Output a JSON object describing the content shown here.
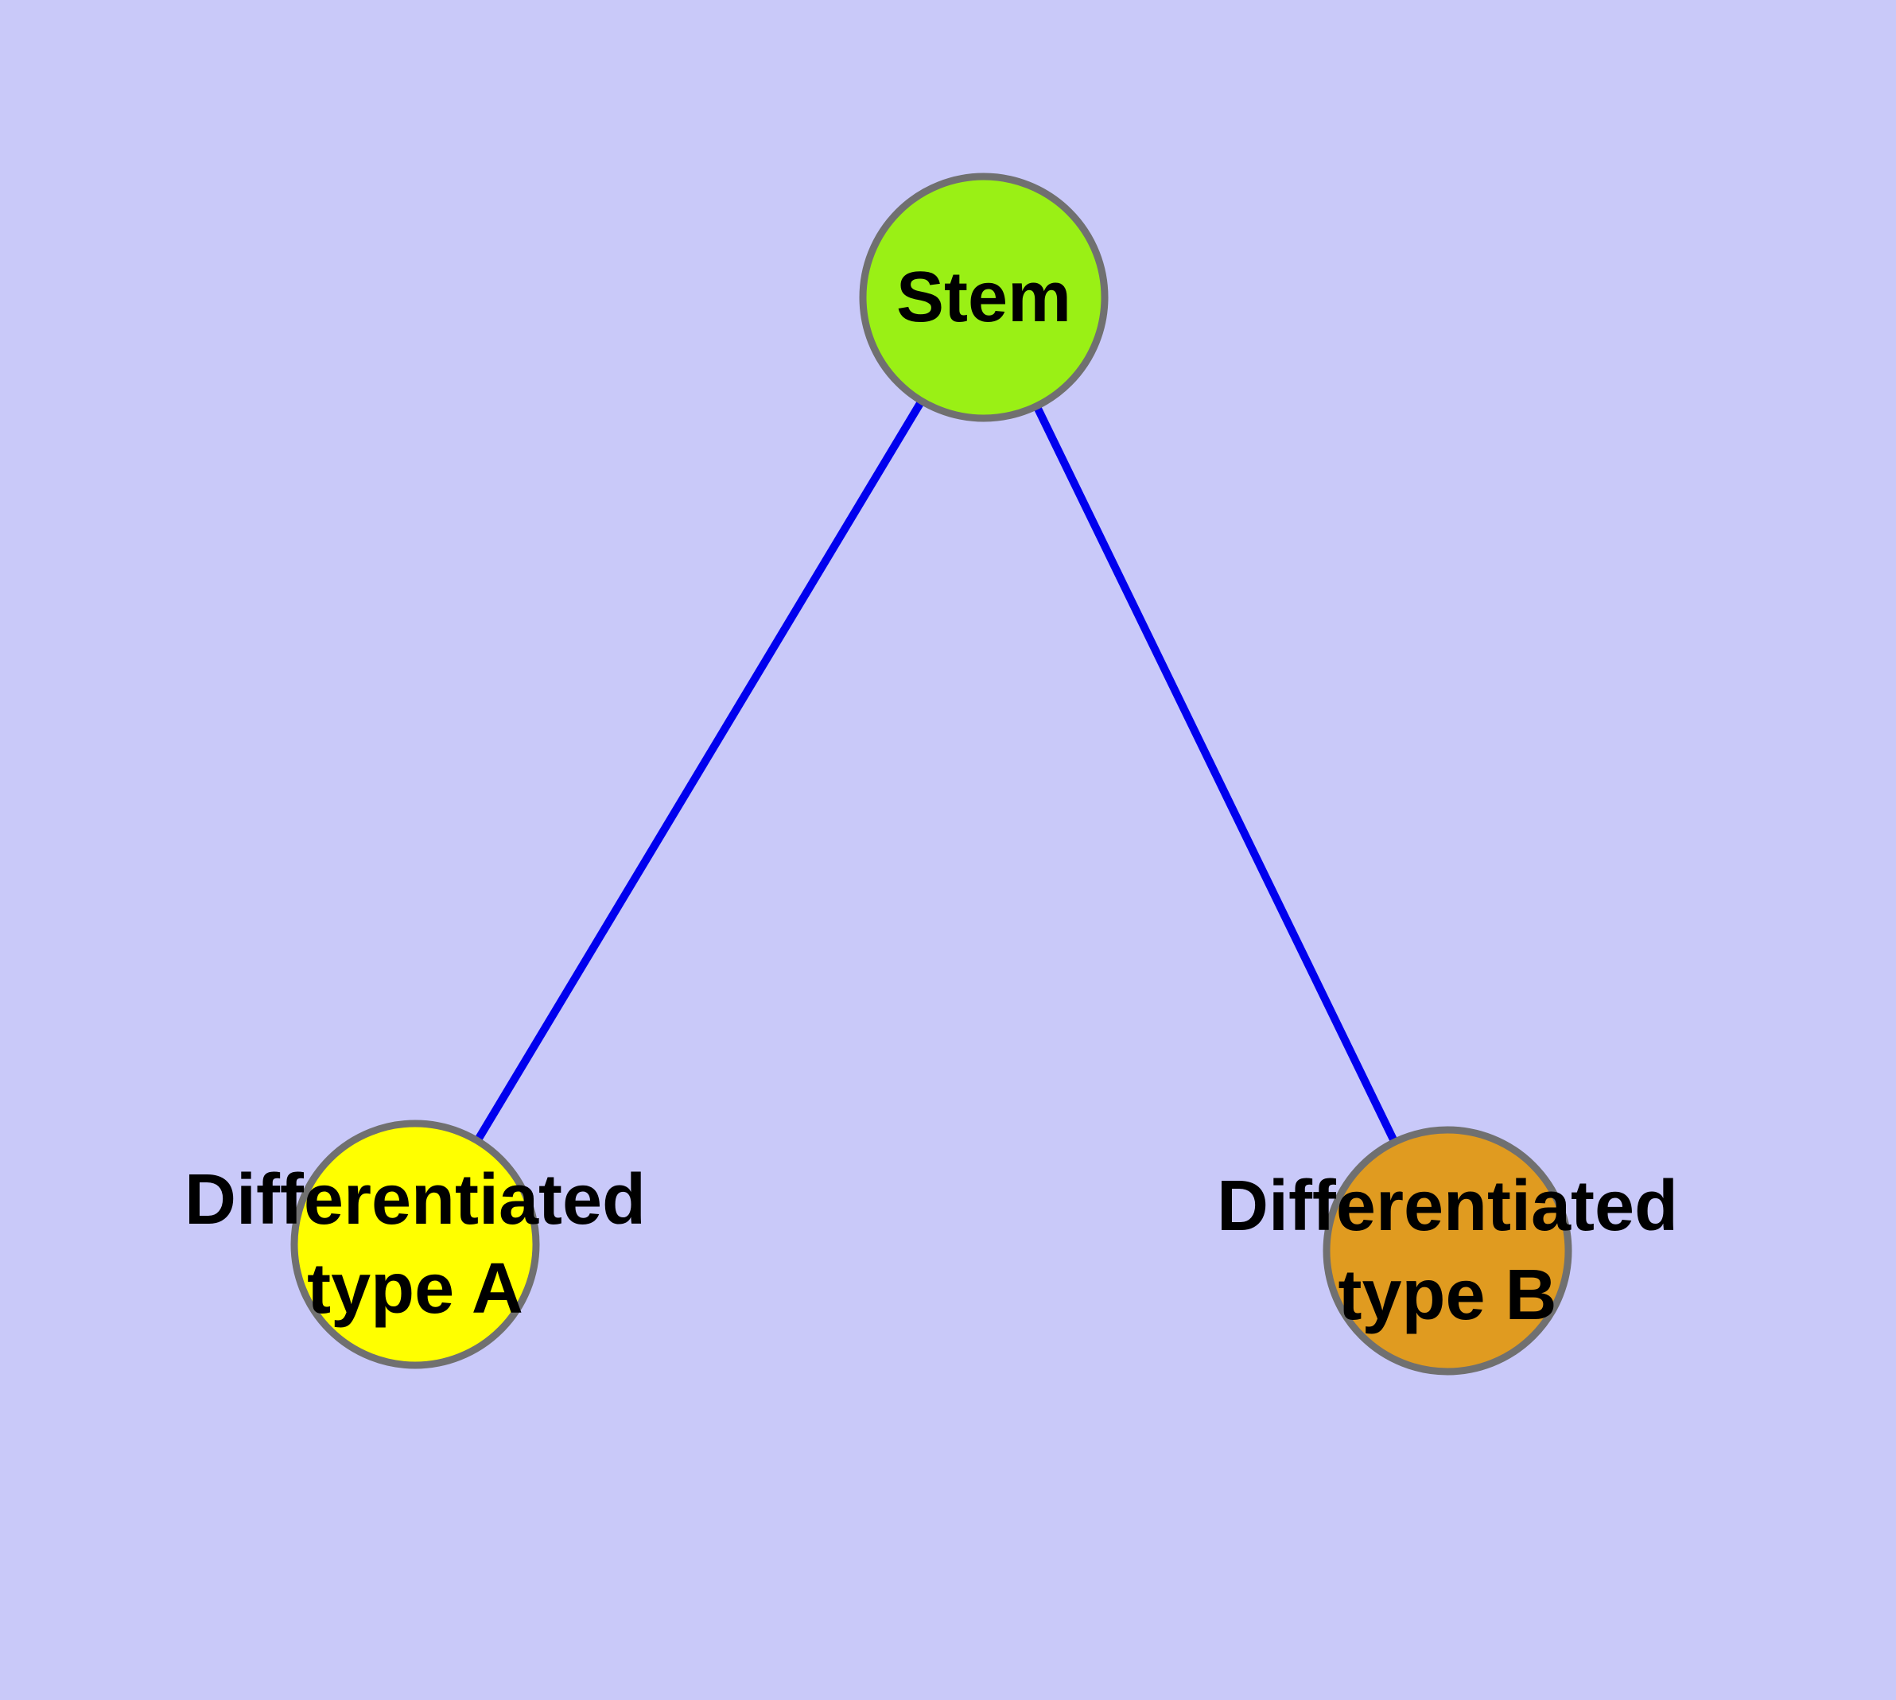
{
  "diagram": {
    "type": "graph",
    "description": "Cell differentiation graph: a stem node connected to two differentiated cell type nodes",
    "nodes": [
      {
        "id": "stem",
        "label": "Stem",
        "lines": [
          "Stem"
        ],
        "fill": "#9AF015"
      },
      {
        "id": "typeA",
        "label": "Differentiated type A",
        "lines": [
          "Differentiated",
          "type A"
        ],
        "fill": "#FFFF00"
      },
      {
        "id": "typeB",
        "label": "Differentiated type B",
        "lines": [
          "Differentiated",
          "type B"
        ],
        "fill": "#E09B20"
      }
    ],
    "edges": [
      {
        "from": "stem",
        "to": "typeA"
      },
      {
        "from": "stem",
        "to": "typeB"
      }
    ],
    "colors": {
      "background": "#C9C9F9",
      "edge": "#0000EE",
      "node_border": "#707070",
      "label_text": "#000000"
    }
  }
}
